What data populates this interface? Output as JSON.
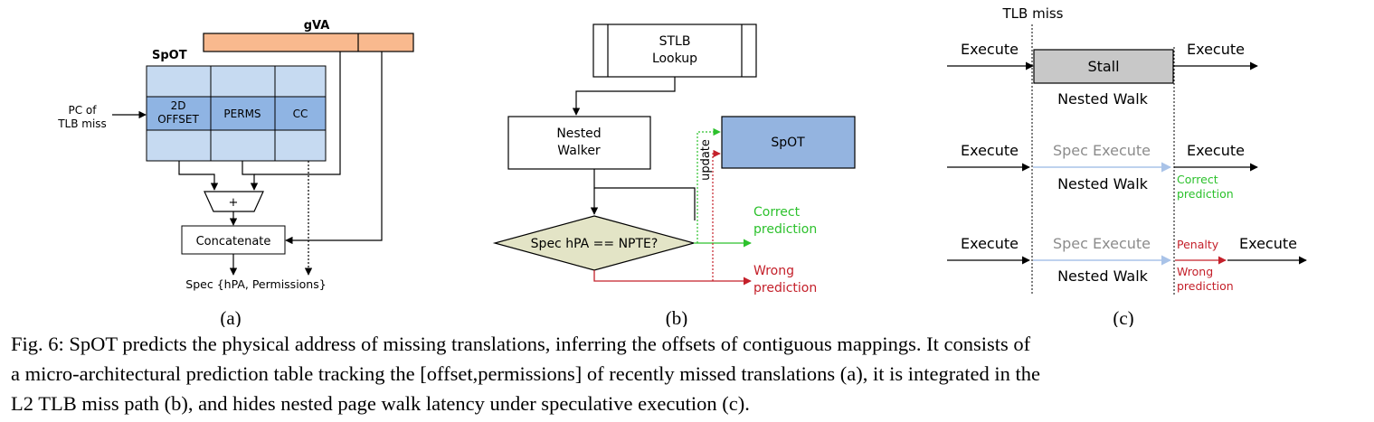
{
  "panel_a": {
    "gva_label": "gVA",
    "spot_label": "SpOT",
    "pc_label_line1": "PC of",
    "pc_label_line2": "TLB miss",
    "cell_offset_line1": "2D",
    "cell_offset_line2": "OFFSET",
    "cell_perms": "PERMS",
    "cell_cc": "CC",
    "adder_symbol": "+",
    "concatenate_label": "Concatenate",
    "output_label": "Spec {hPA, Permissions}",
    "sublabel": "(a)"
  },
  "panel_b": {
    "stlb_line1": "STLB",
    "stlb_line2": "Lookup",
    "walker_line1": "Nested",
    "walker_line2": "Walker",
    "spot_label": "SpOT",
    "decision_label": "Spec hPA == NPTE?",
    "update_label": "update",
    "correct_line1": "Correct",
    "correct_line2": "prediction",
    "wrong_line1": "Wrong",
    "wrong_line2": "prediction",
    "sublabel": "(b)"
  },
  "panel_c": {
    "tlb_miss_label": "TLB miss",
    "row1": {
      "left": "Execute",
      "middle": "Stall",
      "right": "Execute",
      "below": "Nested Walk"
    },
    "row2": {
      "left": "Execute",
      "middle": "Spec Execute",
      "right": "Execute",
      "below": "Nested Walk",
      "note_line1": "Correct",
      "note_line2": "prediction"
    },
    "row3": {
      "left": "Execute",
      "middle": "Spec Execute",
      "penalty": "Penalty",
      "right": "Execute",
      "below": "Nested Walk",
      "note_line1": "Wrong",
      "note_line2": "prediction"
    },
    "sublabel": "(c)"
  },
  "caption": {
    "line1": "Fig. 6: SpOT predicts the physical address of missing translations, inferring the offsets of contiguous mappings. It consists of",
    "line2": "a micro-architectural prediction table tracking the [offset,permissions] of recently missed translations (a), it is integrated in the",
    "line3": "L2 TLB miss path (b), and hides nested page walk latency under speculative execution (c)."
  },
  "colors": {
    "gva_fill": "#f9b98e",
    "table_light": "#c6daf1",
    "table_dark": "#8fb4e3",
    "spot_fill": "#94b4e0",
    "diamond_fill": "#e3e4c6",
    "stall_fill": "#c8c8c8",
    "green": "#2cc12c",
    "red": "#c4202a",
    "spec_gray": "#8c8c8c",
    "spec_blue": "#a9c3e8"
  }
}
